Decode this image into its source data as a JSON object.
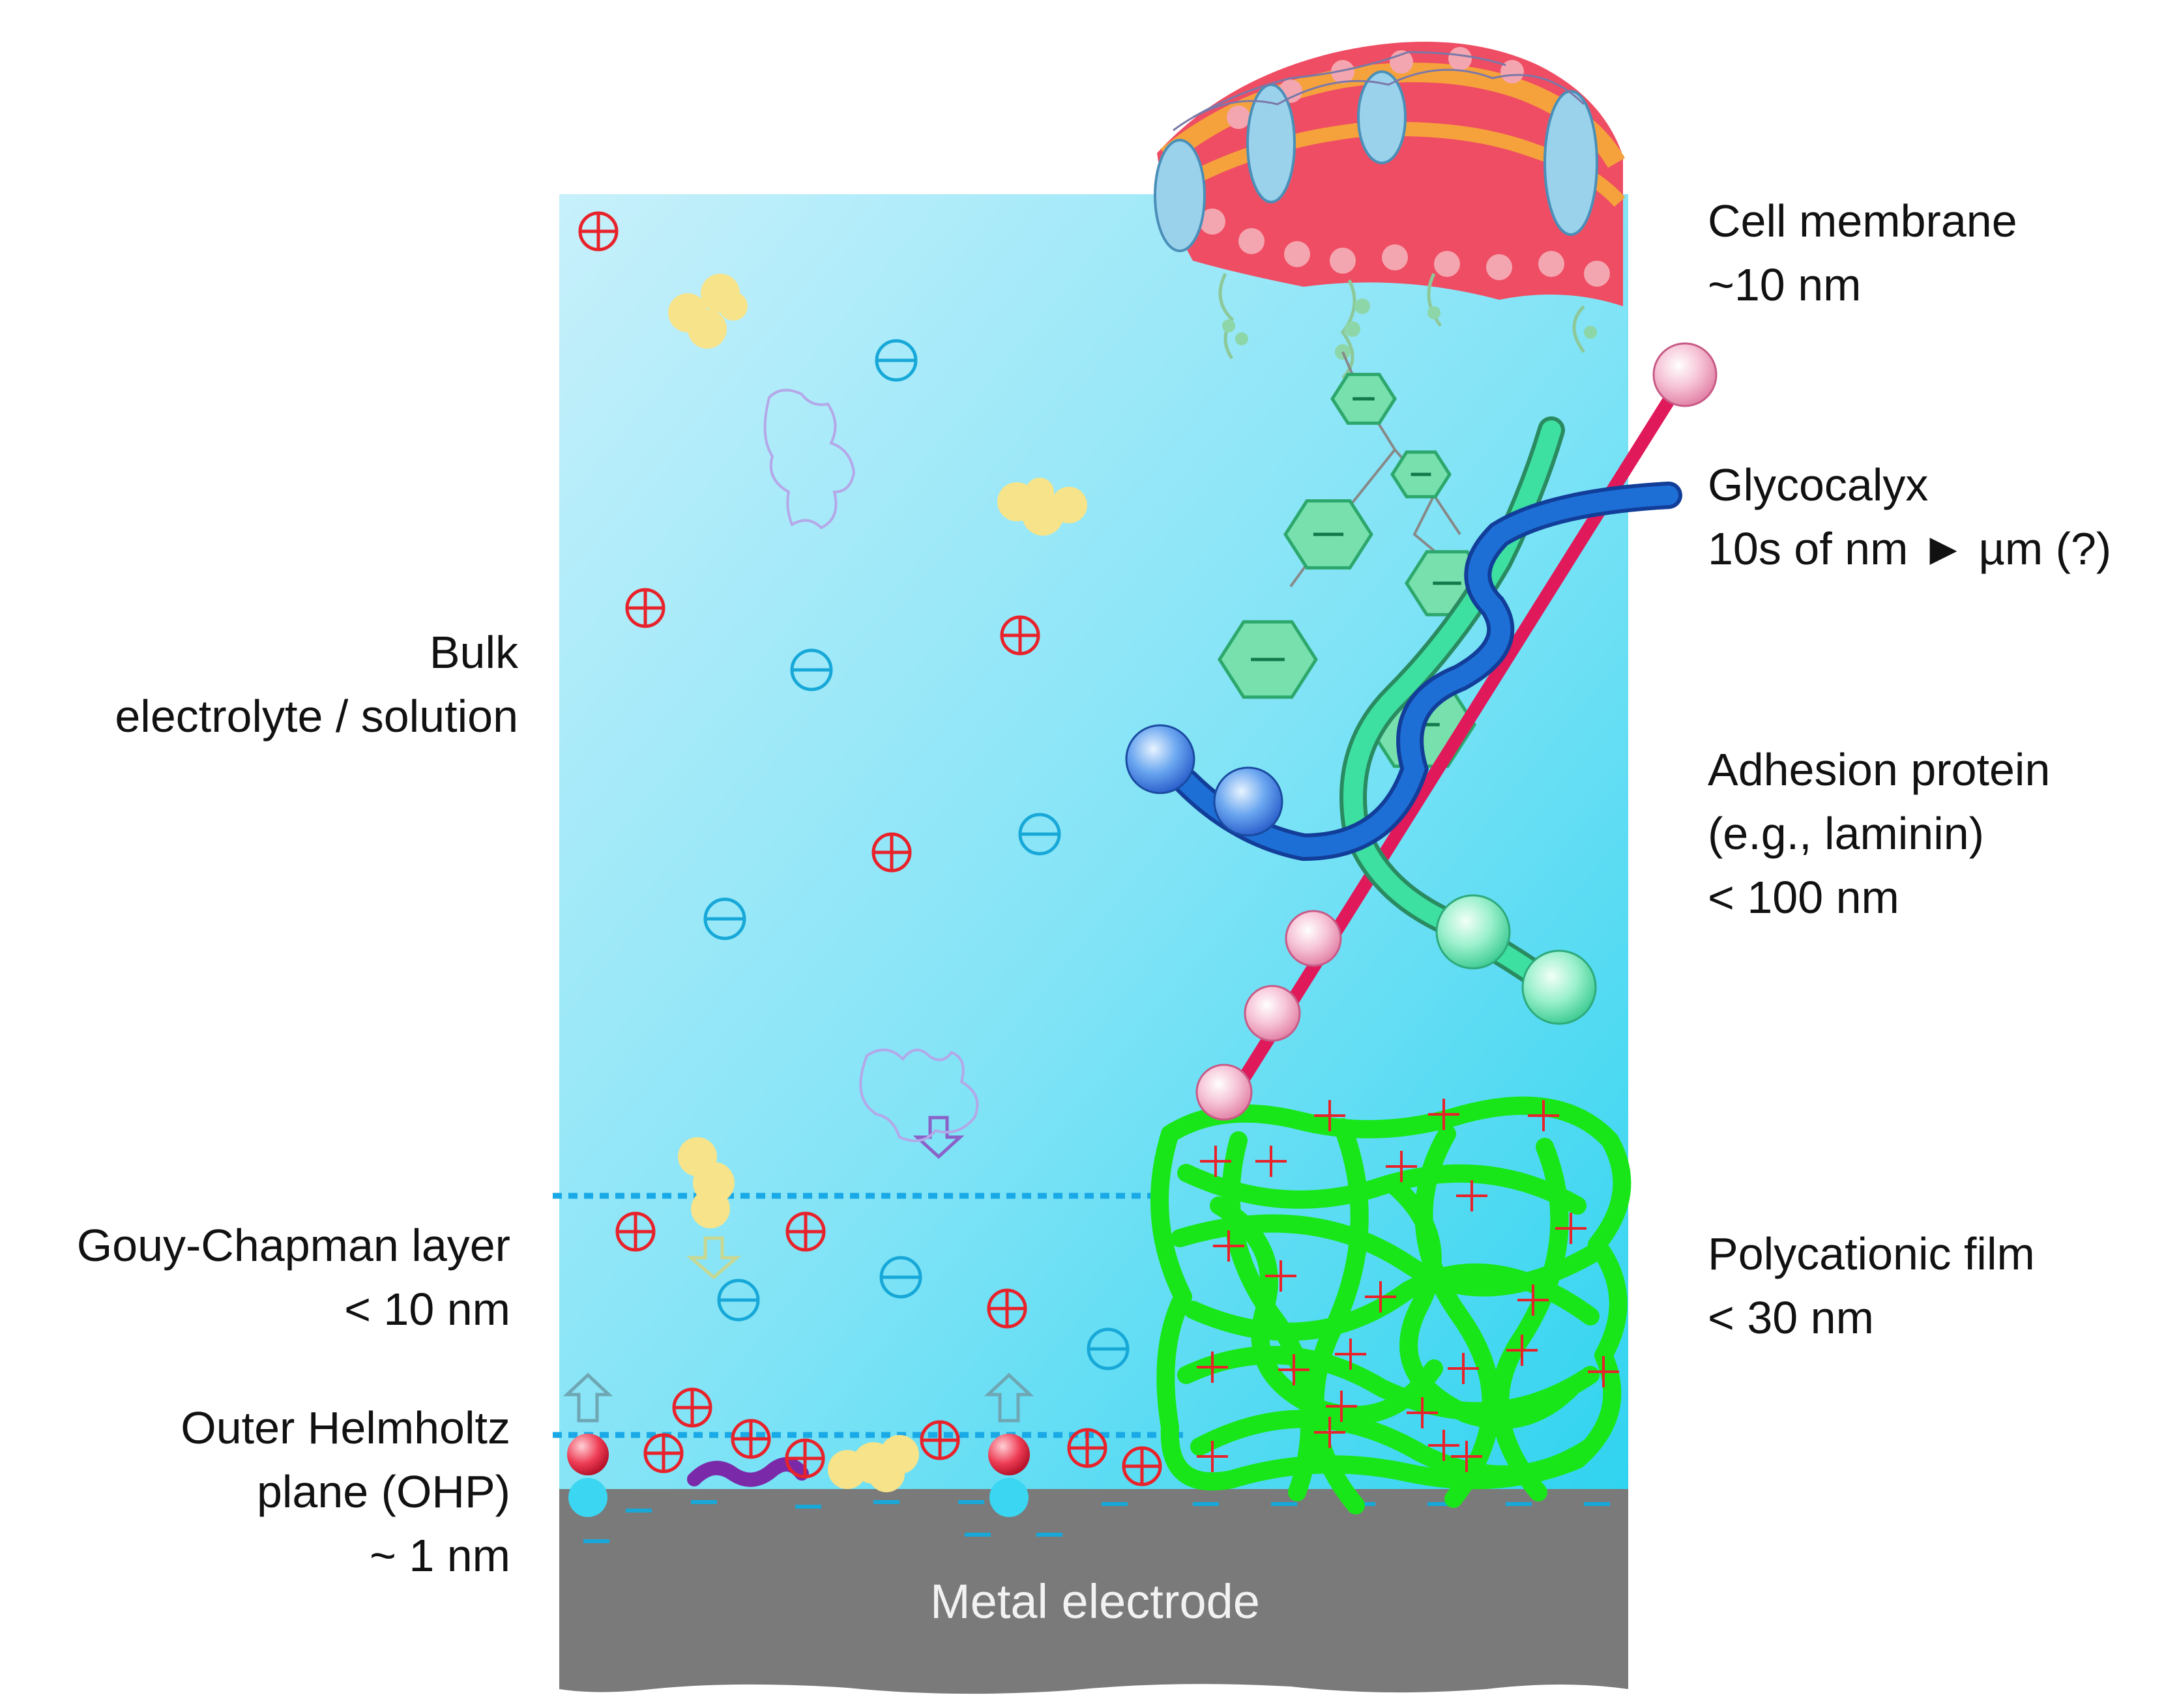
{
  "labels": {
    "bulk": [
      "Bulk",
      "electrolyte / solution"
    ],
    "gouy": [
      "Gouy-Chapman layer",
      "< 10 nm"
    ],
    "ohp": [
      "Outer Helmholtz",
      "plane (OHP)",
      "~ 1 nm"
    ],
    "membrane": [
      "Cell membrane",
      "~10 nm"
    ],
    "glycocalyx": [
      "Glycocalyx",
      "10s of nm ► µm (?)"
    ],
    "adhesion": [
      "Adhesion protein",
      "(e.g., laminin)",
      "< 100 nm"
    ],
    "polycationic": [
      "Polycationic film",
      "< 30 nm"
    ],
    "electrode": "Metal electrode"
  },
  "colors": {
    "solution_top": "#bfeefa",
    "solution_bottom": "#3ad6f2",
    "electrode": "#7a7a7a",
    "cation": "#e8222a",
    "anion": "#17a8d8",
    "film": "#19e619",
    "glycan": "#57d39a",
    "laminin_alpha": "#e0195a",
    "laminin_beta": "#1d6fd6",
    "laminin_gamma": "#3de0a0",
    "membrane_head": "#e8304a",
    "molecule": "#f6e38a",
    "dotted_line": "#19a9e6"
  }
}
